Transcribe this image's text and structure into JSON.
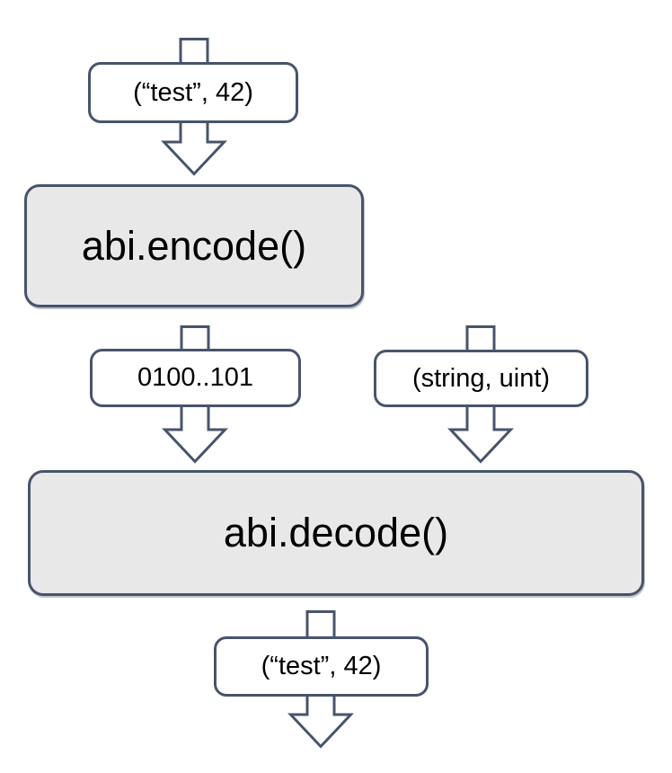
{
  "diagram": {
    "title": "abi encode decode flow",
    "colors": {
      "canvas_bg": "#ffffff",
      "stroke_color": "#47546b",
      "process_fill": "#e8e8e8",
      "label_fill": "#ffffff",
      "text_color": "#000000"
    },
    "nodes": {
      "input_top": {
        "label": "(“test”, 42)",
        "type": "data-label"
      },
      "encode": {
        "label": "abi.encode()",
        "type": "process"
      },
      "bytes": {
        "label": "0100..101",
        "type": "data-label"
      },
      "types": {
        "label": "(string, uint)",
        "type": "data-label"
      },
      "decode": {
        "label": "abi.decode()",
        "type": "process"
      },
      "output": {
        "label": "(“test”, 42)",
        "type": "data-label"
      }
    },
    "edges": [
      {
        "from": "input_top",
        "to": "encode",
        "direction": "down"
      },
      {
        "from": "encode",
        "to": "decode",
        "via": "bytes",
        "direction": "down"
      },
      {
        "from": "types",
        "to": "decode",
        "direction": "down"
      },
      {
        "from": "decode",
        "to": "output",
        "direction": "down"
      }
    ]
  }
}
